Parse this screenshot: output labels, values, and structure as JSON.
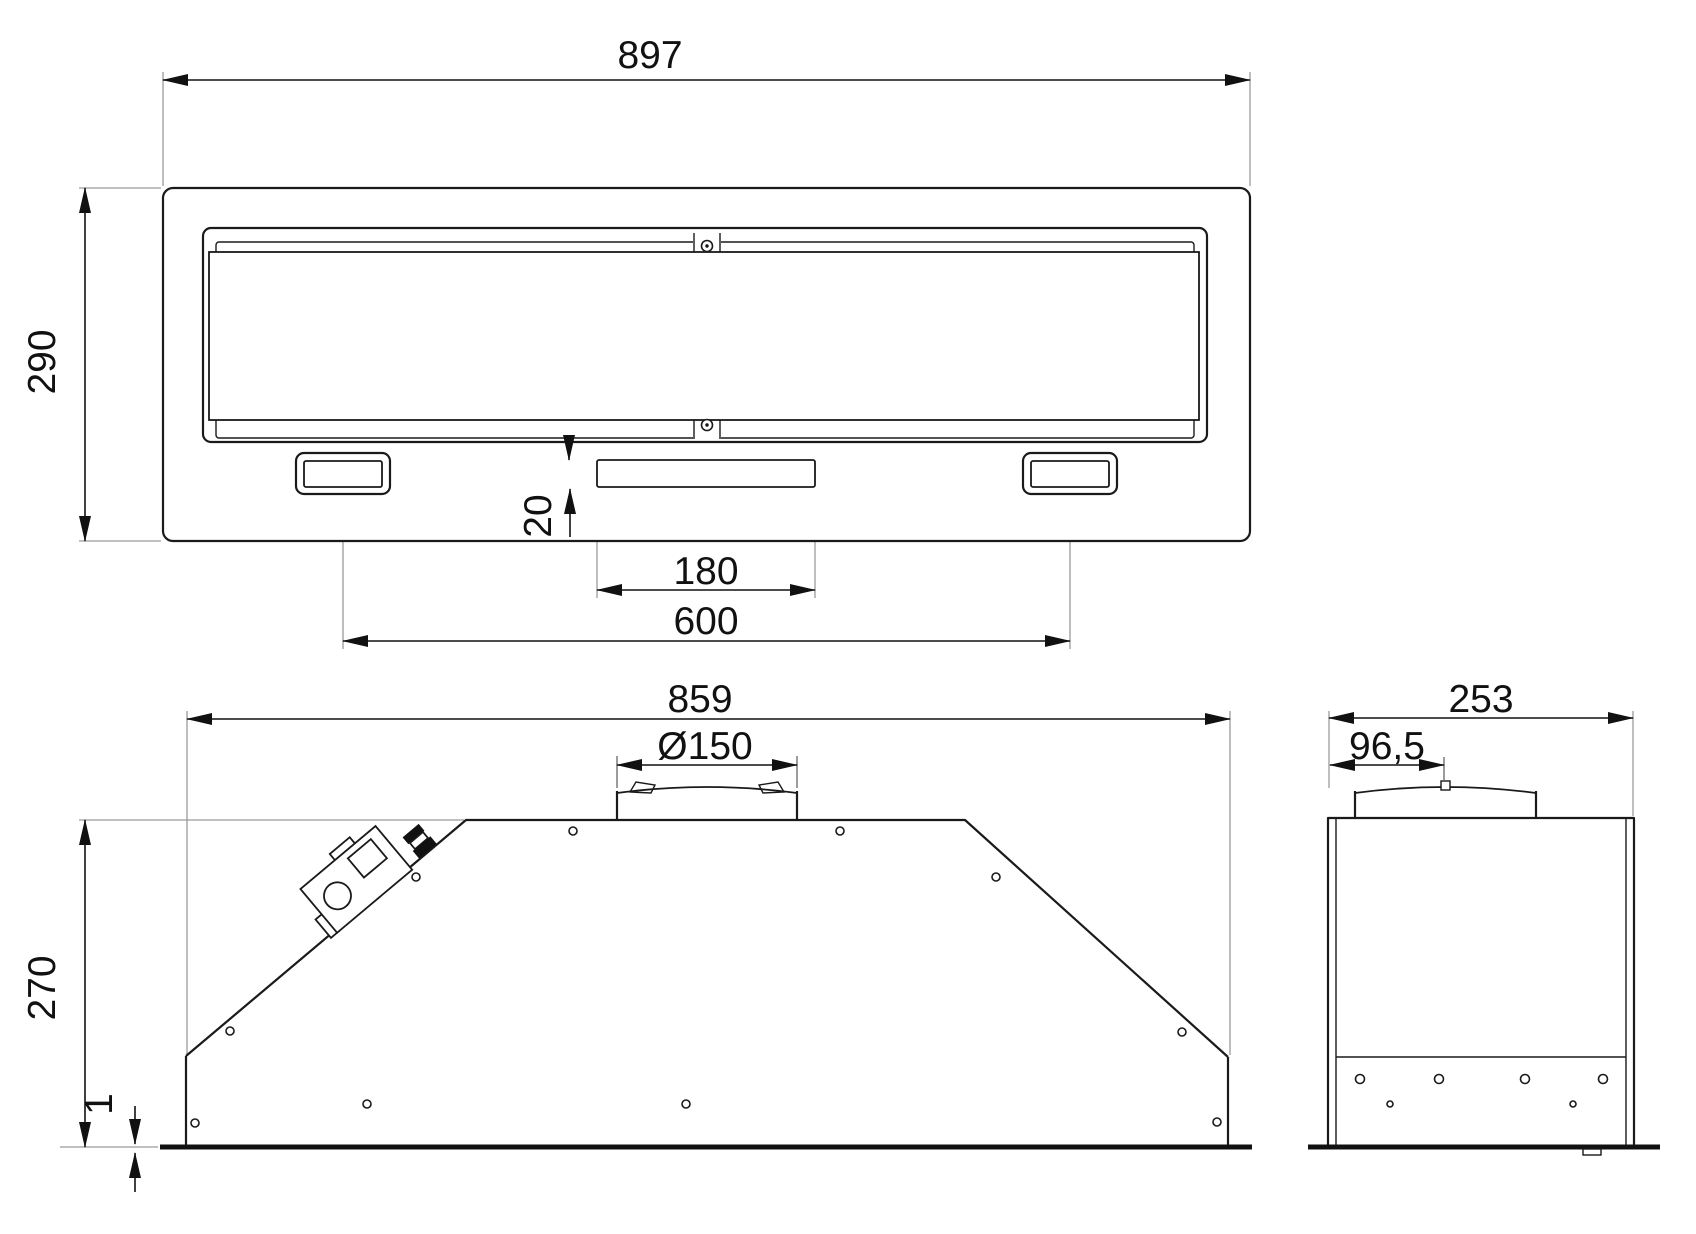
{
  "page": {
    "background": "#ffffff",
    "line_color": "#1a1a1a",
    "dimension_text_color": "#111111",
    "extension_line_color": "#9a9a9a"
  },
  "views": {
    "bottom_view": {
      "title": "bottom view of hood (filters, lamps, handle)",
      "dims": {
        "overall_width": "897",
        "overall_depth": "290",
        "handle_height": "20",
        "handle_width": "180",
        "lamp_spacing": "600"
      }
    },
    "front_view": {
      "title": "front view of hood body",
      "dims": {
        "body_width": "859",
        "duct_diameter": "Ø150",
        "body_height": "270",
        "flange_thickness": "1"
      }
    },
    "side_view": {
      "title": "side view of hood body",
      "dims": {
        "body_depth": "253",
        "duct_center_offset": "96,5"
      }
    }
  }
}
